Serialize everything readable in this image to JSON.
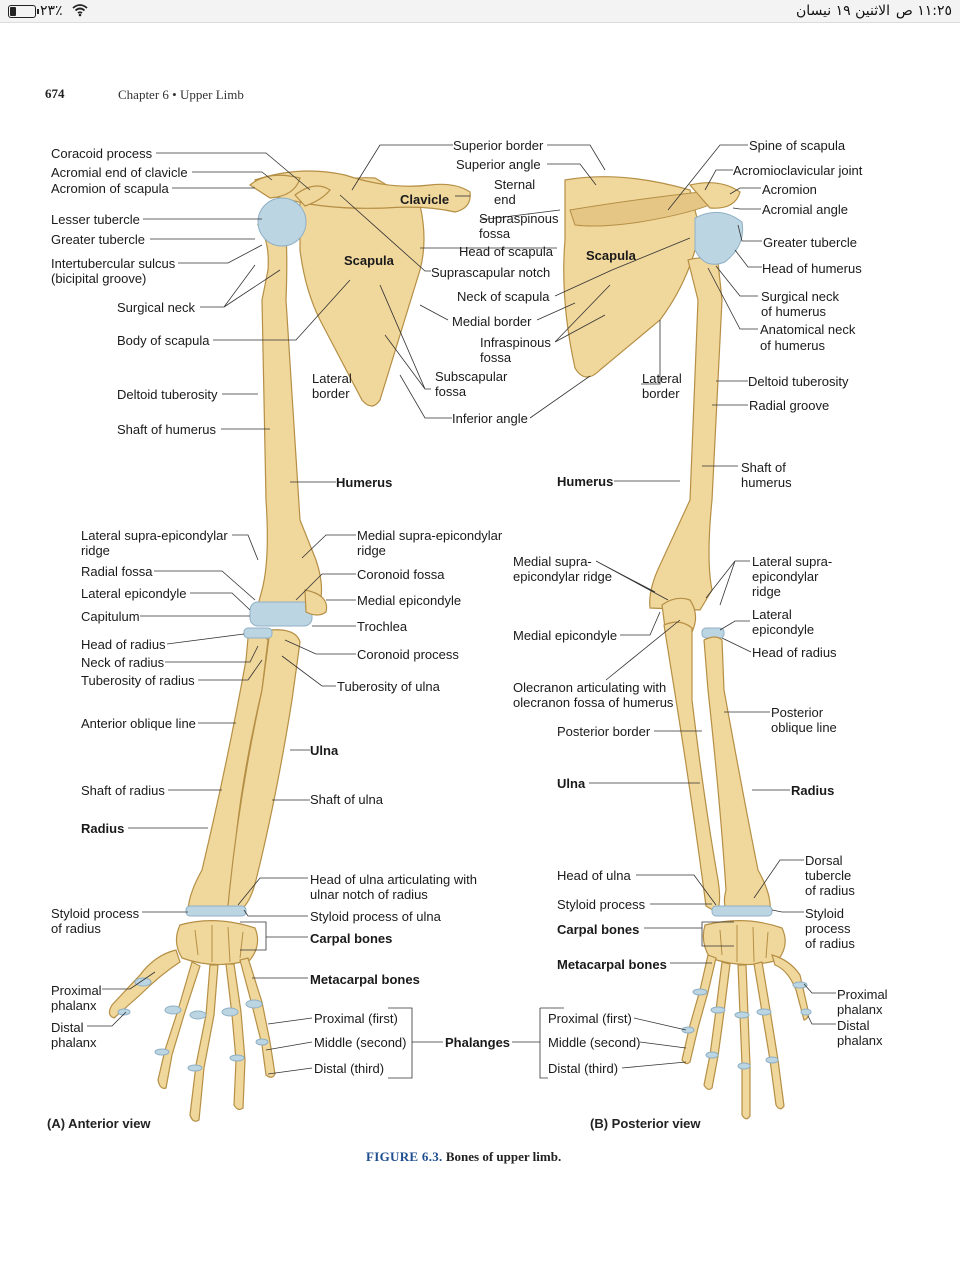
{
  "status_bar": {
    "time": "١١:٢٥ ص",
    "date": "الاثنين ١٩ نيسان",
    "battery_text": "٢٣٪",
    "battery_level": 0.23,
    "wifi_icon": "wifi-icon",
    "battery_icon": "battery-icon"
  },
  "header": {
    "page_number": "674",
    "running_title": "Chapter 6 • Upper Limb"
  },
  "colors": {
    "bone": "#f0d79c",
    "bone_stroke": "#b58f45",
    "cartilage": "#bcd5e3",
    "leader": "#333333",
    "caption_blue": "#1f4f8f"
  },
  "labels": {
    "coracoid": "Coracoid process",
    "acromial_end": "Acromial end of clavicle",
    "acromion_scapula": "Acromion of scapula",
    "lesser_tubercle": "Lesser tubercle",
    "greater_tubercle": "Greater tubercle",
    "intertubercular": "Intertubercular sulcus",
    "bicipital": "(bicipital groove)",
    "surgical_neck": "Surgical neck",
    "body_scapula": "Body of scapula",
    "deltoid_a": "Deltoid tuberosity",
    "shaft_humerus_a": "Shaft of humerus",
    "superior_border": "Superior border",
    "superior_angle": "Superior angle",
    "clavicle": "Clavicle",
    "sternal_end_1": "Sternal",
    "sternal_end_2": "end",
    "supraspinous_a_1": "Supraspinous",
    "supraspinous_a_2": "fossa",
    "head_scapula": "Head of scapula",
    "scapula_a": "Scapula",
    "suprascapular_notch": "Suprascapular notch",
    "neck_scapula": "Neck of scapula",
    "medial_border": "Medial border",
    "infraspinous_1": "Infraspinous",
    "infraspinous_2": "fossa",
    "lateral_border_a_1": "Lateral",
    "lateral_border_a_2": "border",
    "subscapular_1": "Subscapular",
    "subscapular_2": "fossa",
    "inferior_angle": "Inferior angle",
    "humerus_a": "Humerus",
    "scapula_b": "Scapula",
    "lateral_border_b_1": "Lateral",
    "lateral_border_b_2": "border",
    "humerus_b": "Humerus",
    "spine_scapula": "Spine of scapula",
    "ac_joint": "Acromioclavicular joint",
    "acromion": "Acromion",
    "acromial_angle": "Acromial angle",
    "greater_tubercle_b": "Greater tubercle",
    "head_humerus": "Head of humerus",
    "surgical_neck_b_1": "Surgical neck",
    "surgical_neck_b_2": "of humerus",
    "anatomical_neck_1": "Anatomical neck",
    "anatomical_neck_2": "of humerus",
    "deltoid_b": "Deltoid tuberosity",
    "radial_groove": "Radial groove",
    "shaft_humerus_b_1": "Shaft of",
    "shaft_humerus_b_2": "humerus",
    "lat_supra_a_1": "Lateral supra-epicondylar",
    "lat_supra_a_2": "ridge",
    "radial_fossa": "Radial fossa",
    "lat_epicondyle_a": "Lateral epicondyle",
    "capitulum": "Capitulum",
    "head_radius_a": "Head of radius",
    "neck_radius": "Neck of radius",
    "tuberosity_radius": "Tuberosity of radius",
    "anterior_oblique": "Anterior oblique line",
    "shaft_radius": "Shaft of radius",
    "radius_a": "Radius",
    "med_supra_a_1": "Medial supra-epicondylar",
    "med_supra_a_2": "ridge",
    "coronoid_fossa": "Coronoid fossa",
    "med_epicondyle_a": "Medial epicondyle",
    "trochlea": "Trochlea",
    "coronoid_process": "Coronoid process",
    "tuberosity_ulna": "Tuberosity of ulna",
    "ulna_a": "Ulna",
    "shaft_ulna": "Shaft of ulna",
    "med_supra_b_1": "Medial supra-",
    "med_supra_b_2": "epicondylar ridge",
    "med_epicondyle_b": "Medial epicondyle",
    "olecranon_1": "Olecranon articulating with",
    "olecranon_2": "olecranon fossa of humerus",
    "posterior_border": "Posterior border",
    "ulna_b": "Ulna",
    "lat_supra_b_1": "Lateral supra-",
    "lat_supra_b_2": "epicondylar",
    "lat_supra_b_3": "ridge",
    "lat_epicondyle_b_1": "Lateral",
    "lat_epicondyle_b_2": "epicondyle",
    "head_radius_b": "Head of radius",
    "posterior_oblique_1": "Posterior",
    "posterior_oblique_2": "oblique line",
    "radius_b": "Radius",
    "styloid_radius_a_1": "Styloid process",
    "styloid_radius_a_2": "of radius",
    "proximal_phalanx_a_1": "Proximal",
    "proximal_phalanx_a_2": "phalanx",
    "distal_phalanx_a_1": "Distal",
    "distal_phalanx_a_2": "phalanx",
    "head_ulna_a_1": "Head of ulna articulating with",
    "head_ulna_a_2": "ulnar notch of radius",
    "styloid_ulna": "Styloid process of ulna",
    "carpal_a": "Carpal bones",
    "metacarpal_a": "Metacarpal bones",
    "prox_first_a": "Proximal (first)",
    "mid_second_a": "Middle (second)",
    "dist_third_a": "Distal (third)",
    "phalanges": "Phalanges",
    "head_ulna_b": "Head of ulna",
    "styloid_b": "Styloid process",
    "carpal_b": "Carpal bones",
    "metacarpal_b": "Metacarpal bones",
    "prox_first_b": "Proximal (first)",
    "mid_second_b": "Middle (second)",
    "dist_third_b": "Distal (third)",
    "dorsal_tubercle_1": "Dorsal",
    "dorsal_tubercle_2": "tubercle",
    "dorsal_tubercle_3": "of radius",
    "styloid_radius_b_1": "Styloid",
    "styloid_radius_b_2": "process",
    "styloid_radius_b_3": "of radius",
    "proximal_phalanx_b_1": "Proximal",
    "proximal_phalanx_b_2": "phalanx",
    "distal_phalanx_b_1": "Distal",
    "distal_phalanx_b_2": "phalanx"
  },
  "views": {
    "anterior": "(A) Anterior view",
    "posterior": "(B) Posterior view"
  },
  "caption": {
    "number": "FIGURE 6.3.",
    "text": "Bones of upper limb."
  }
}
